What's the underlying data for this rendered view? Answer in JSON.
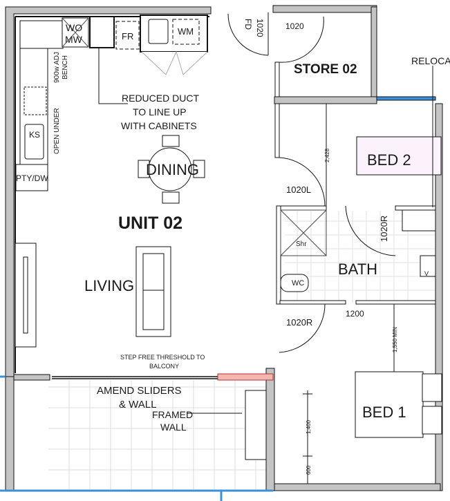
{
  "plan": {
    "unit_label": "UNIT 02",
    "rooms": {
      "store": "STORE 02",
      "bed2": "BED 2",
      "bed1": "BED 1",
      "bath": "BATH",
      "dining": "DINING",
      "living": "LIVING",
      "relocate": "RELOCA"
    },
    "fixtures": {
      "wo": "WO",
      "mw": "MW",
      "fr": "FR",
      "wm": "WM",
      "ks": "KS",
      "pty_dw": "PTY/DW",
      "shr": "Shr",
      "wc": "WC",
      "v": "V"
    },
    "annotations": {
      "bench_1": "900w ADJ",
      "bench_2": "BENCH",
      "open_under": "OPEN UNDER",
      "duct_1": "REDUCED DUCT",
      "duct_2": "TO LINE UP",
      "duct_3": "WITH CABINETS",
      "step_1": "STEP FREE THRESHOLD TO",
      "step_2": "BALCONY",
      "sliders_1": "AMEND SLIDERS",
      "sliders_2": "& WALL",
      "framed_1": "FRAMED",
      "framed_2": "WALL"
    },
    "doors": {
      "fd_size": "1020",
      "fd": "FD",
      "store_door": "1020",
      "bed2_door": "1020L",
      "bath_door": "1020R",
      "bed1_door": "1020R"
    },
    "dimensions": {
      "bed2_depth": "2,428",
      "bath_opening": "1200",
      "bed1_clear": "1,550 MIN",
      "window_1400": "1,400",
      "sill_600": "600"
    },
    "colors": {
      "wall": "#c4c4c4",
      "window": "#3c8fd8",
      "highlight": "#f6b6b0",
      "bed2_fill": "#fbf2fb",
      "grid": "#d8d8d8"
    }
  }
}
